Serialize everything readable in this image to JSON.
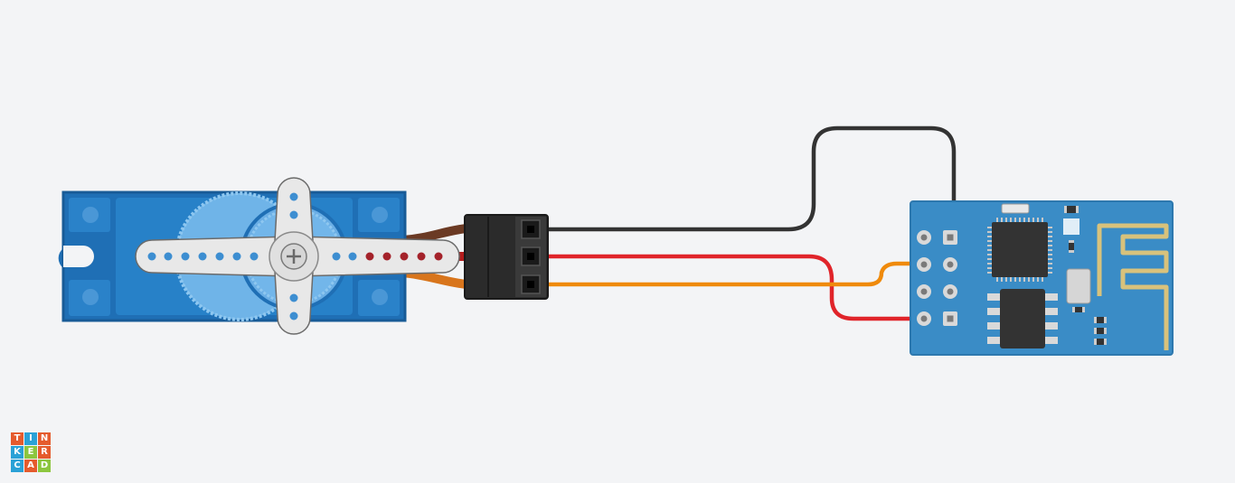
{
  "colors": {
    "background": "#f3f4f6",
    "servo_body": "#1f6fb5",
    "servo_body_dark": "#185b97",
    "servo_gear": "#6fb4e8",
    "horn": "#e6e6e6",
    "connector": "#2b2b2b",
    "wire_black": "#333333",
    "wire_red": "#e0242a",
    "wire_orange": "#ef8a0c",
    "wire_brown": "#6b3a24",
    "esp_board": "#3a8cc6",
    "esp_chip": "#333333",
    "antenna_gold": "#d8c27c",
    "logo_tiles": [
      "#e55b2d",
      "#2aa1d6",
      "#e55b2d",
      "#2aa1d6",
      "#8cc63f",
      "#e55b2d",
      "#2aa1d6",
      "#e55b2d",
      "#8cc63f"
    ]
  },
  "components": {
    "servo": {
      "name": "micro-servo",
      "icon": "servo-motor-icon"
    },
    "connector": {
      "name": "servo-3-pin-connector",
      "pins": 3
    },
    "esp": {
      "name": "esp8266-esp01-module",
      "icon": "wifi-module-icon",
      "pins": 8
    }
  },
  "wires": [
    {
      "name": "wire-black",
      "color": "black"
    },
    {
      "name": "wire-red",
      "color": "red"
    },
    {
      "name": "wire-orange",
      "color": "orange"
    }
  ],
  "logo": {
    "letters": [
      "T",
      "I",
      "N",
      "K",
      "E",
      "R",
      "C",
      "A",
      "D"
    ]
  }
}
